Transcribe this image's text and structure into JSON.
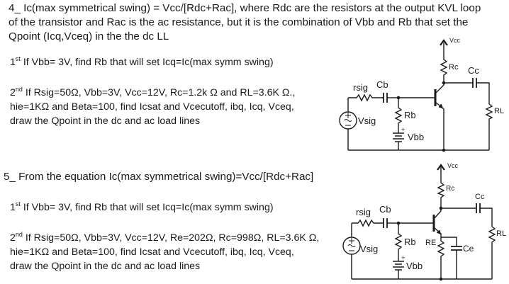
{
  "problem4": {
    "line1": "4_ Ic(max symmetrical swing) = Vcc/[Rdc+Rac], where Rdc are the resistors at the output KVL loop",
    "line2": "of the transistor and Rac is the ac resistance, but it is the combination of Vbb and Rb that set the",
    "line3": "Qpoint (Icq,Vceq) in the the dc LL",
    "part1_ord": "1",
    "part1_sup": "st",
    "part1_text": " If Vbb= 3V, find Rb that will set Icq=Ic(max symm swing)",
    "part2_ord": "2",
    "part2_sup": "nd",
    "part2_line1": " If Rsig=50Ω, Vbb=3V, Vcc=12V, Rc=1.2k Ω and RL=3.6K Ω.,",
    "part2_line2": "hie=1KΩ and Beta=100, find Icsat and Vcecutoff, ibq, Icq, Vceq,",
    "part2_line3": "draw the Qpoint in the dc and ac load lines"
  },
  "problem5": {
    "line1": "5_ From the equation  Ic(max symmetrical swing)=Vcc/[Rdc+Rac]",
    "part1_ord": "1",
    "part1_sup": "st",
    "part1_text": " If Vbb= 3V, find Rb that will set Icq=Ic(max symm swing)",
    "part2_ord": "2",
    "part2_sup": "nd",
    "part2_line1": " If Rsig=50Ω, Vbb=3V, Vcc=12V, Re=202Ω, Rc=998Ω, RL=3.6K Ω,",
    "part2_line2": "hie=1KΩ and Beta=100, find Icsat and Vcecutoff, ibq, Icq, Vceq,",
    "part2_line3": "draw the Qpoint in the dc and ac load lines"
  },
  "circuit1": {
    "vcc": "Vcc",
    "rc": "Rc",
    "cc": "Cc",
    "rsig": "rsig",
    "cb": "Cb",
    "rb": "Rb",
    "vsig": "Vsig",
    "vbb": "Vbb",
    "rl": "RL"
  },
  "circuit2": {
    "vcc": "Vcc",
    "rc": "Rc",
    "cc": "Cc",
    "rsig": "rsig",
    "cb": "Cb",
    "rb": "Rb",
    "re": "RE",
    "ce": "Ce",
    "vsig": "Vsig",
    "vbb": "Vbb",
    "rl": "RL"
  }
}
